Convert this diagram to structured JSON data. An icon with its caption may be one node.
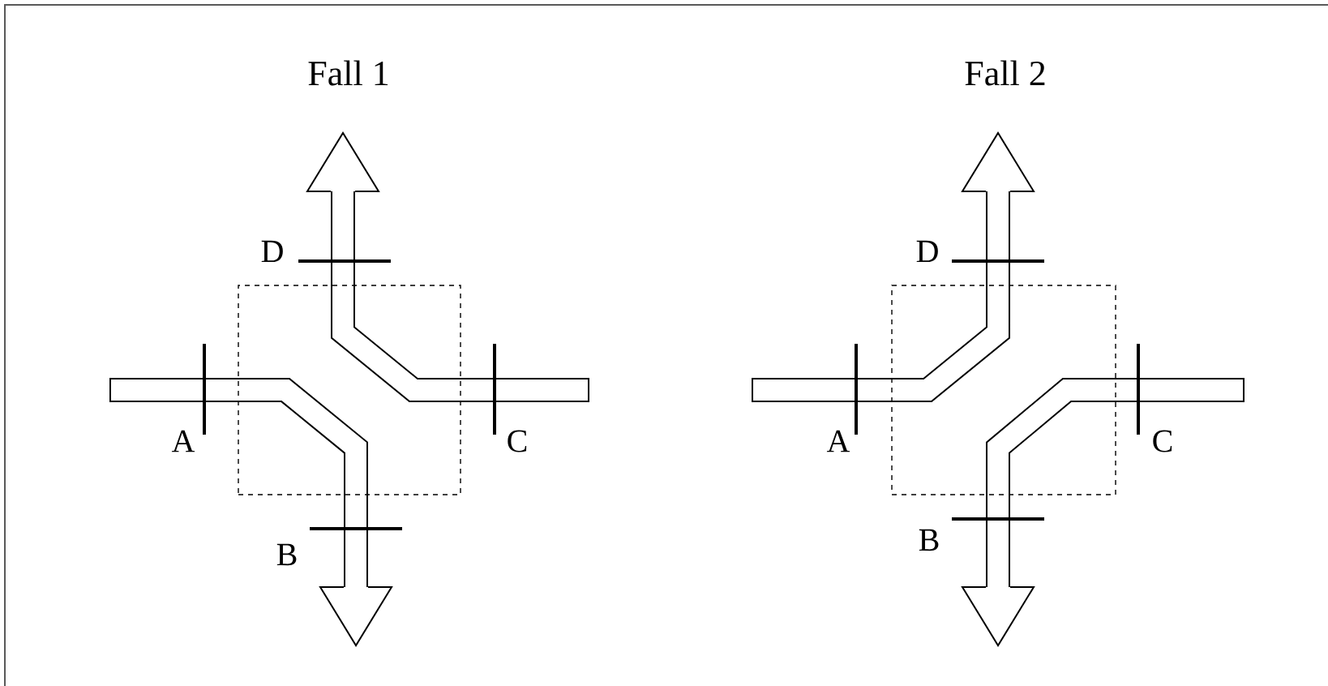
{
  "diagram": {
    "nodes": [
      {
        "text": [],
        "shape": "box"
      },
      {
        "text": [],
        "shape": "box"
      }
    ],
    "labels": [
      "Fall 1",
      "D",
      "A",
      "C",
      "B",
      "Fall 2",
      "D",
      "A",
      "C",
      "B"
    ]
  }
}
